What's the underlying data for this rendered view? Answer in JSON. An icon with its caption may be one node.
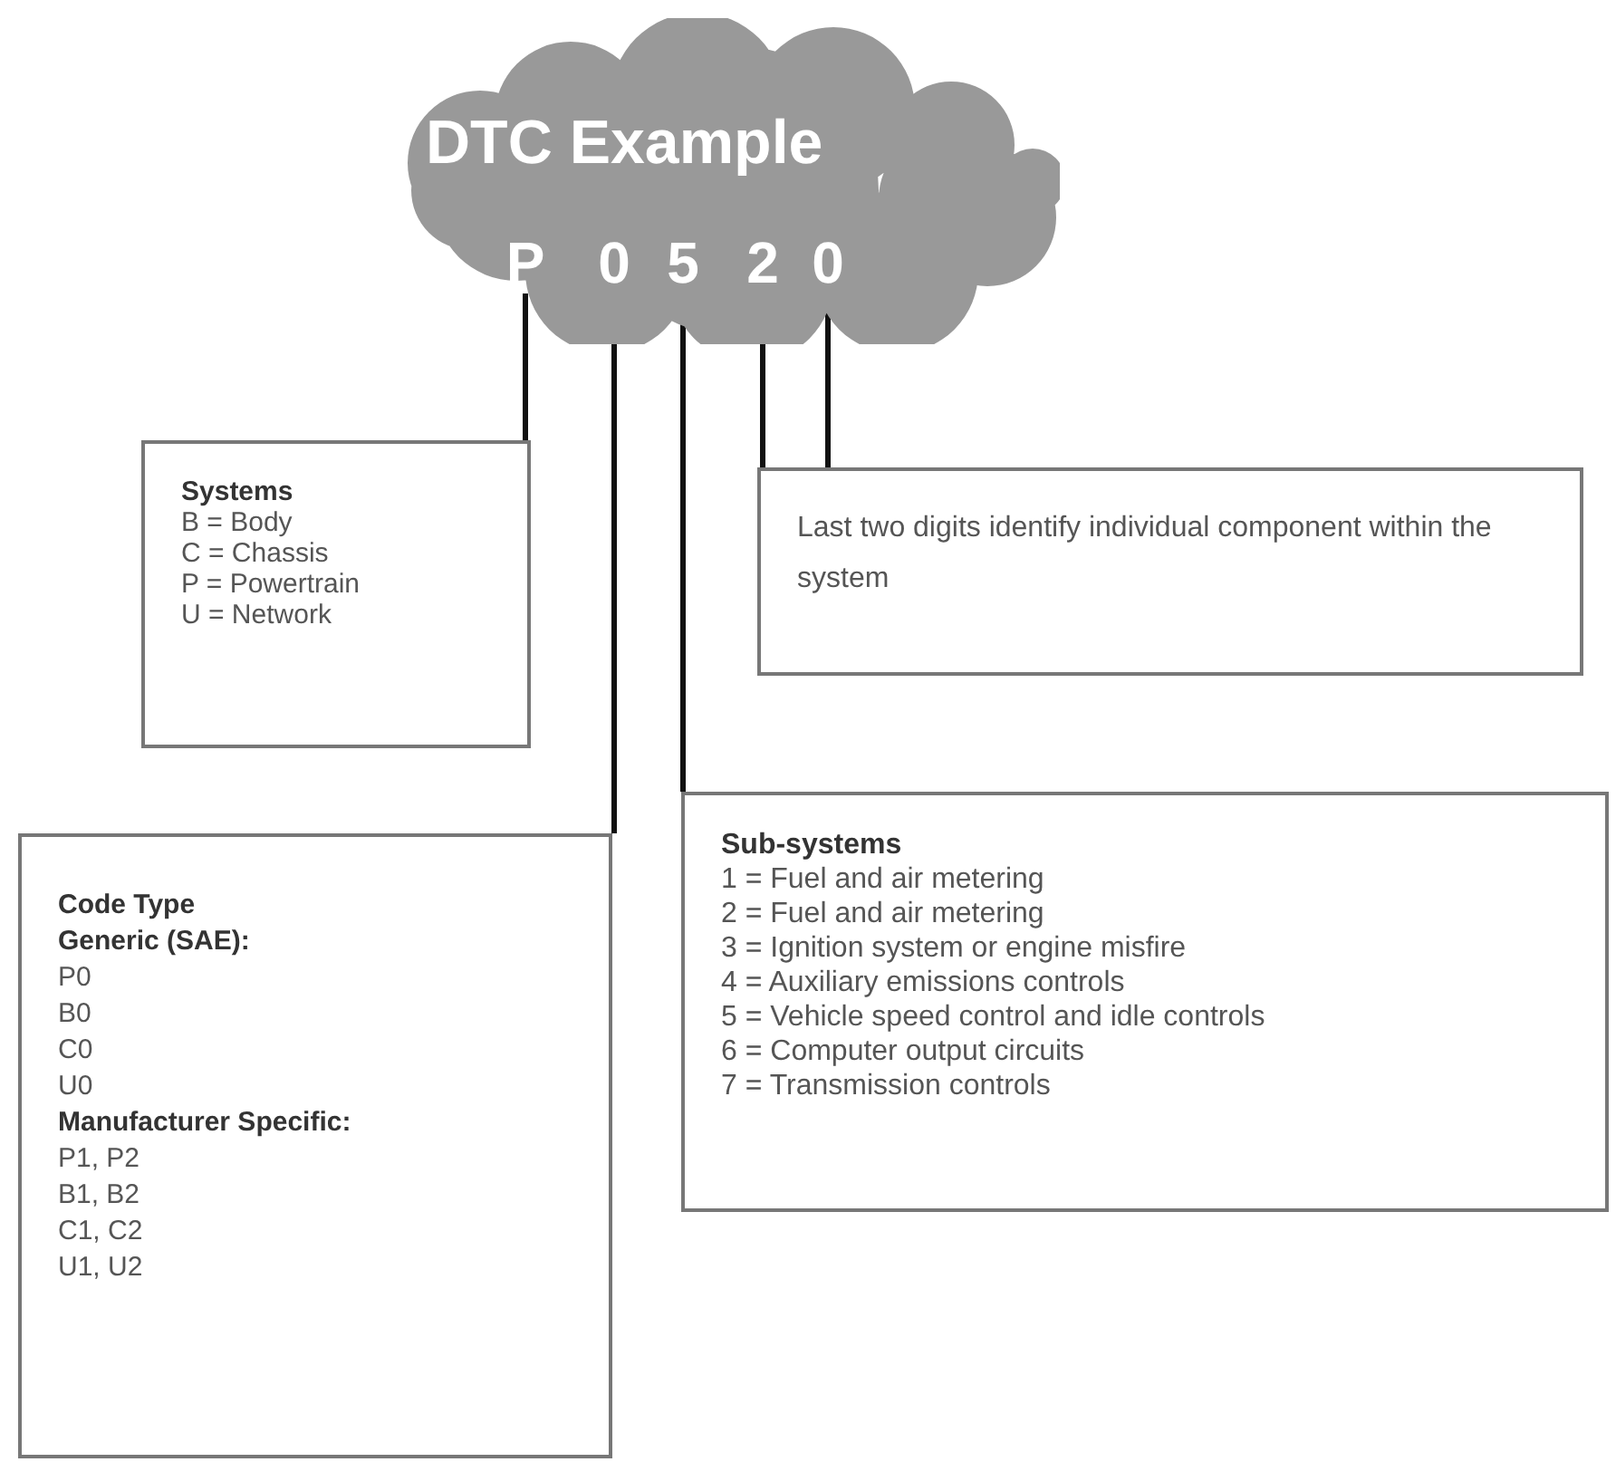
{
  "diagram": {
    "nodes": [
      {
        "text": [
          "DTC Example"
        ]
      },
      {
        "text": [
          "P"
        ],
        "in": 0
      },
      {
        "text": [
          "0"
        ],
        "in": 0
      },
      {
        "text": [
          "5"
        ],
        "in": 0
      },
      {
        "text": [
          "2"
        ],
        "in": 0
      },
      {
        "text": [
          "0"
        ],
        "in": 0
      },
      {
        "text": [
          "Systems",
          "B = Body",
          "C = Chassis",
          "P = Powertrain",
          "U = Network"
        ]
      },
      {
        "text": [
          "Last two digits identify individual component within the system"
        ]
      },
      {
        "text": [
          "Code Type",
          "Generic (SAE):",
          "P0",
          "B0",
          "C0",
          "U0",
          "Manufacturer Specific:",
          "P1, P2",
          "B1, B2",
          "C1, C2",
          "U1, U2"
        ]
      },
      {
        "text": [
          "Sub-systems",
          "1 = Fuel and air metering",
          "2 = Fuel and air metering",
          "3 = Ignition system or engine misfire",
          "4 = Auxiliary emissions controls",
          "5 = Vehicle speed control and idle controls",
          "6 = Computer output circuits",
          "7 = Transmission controls"
        ]
      }
    ],
    "edges": [
      {
        "from": 1,
        "to": 6,
        "arrow": "none"
      },
      {
        "from": 2,
        "to": 8,
        "arrow": "none"
      },
      {
        "from": 3,
        "to": 9,
        "arrow": "none"
      },
      {
        "from": 4,
        "to": 7,
        "arrow": "none"
      },
      {
        "from": 5,
        "to": 7,
        "arrow": "none"
      }
    ]
  }
}
